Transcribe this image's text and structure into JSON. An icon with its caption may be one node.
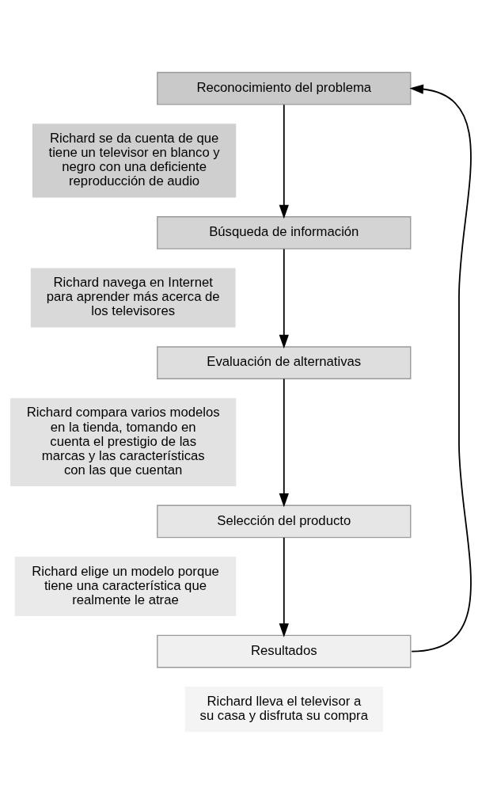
{
  "diagram": {
    "nodes": [
      {
        "text": [
          "Reconocimiento del problema"
        ]
      },
      {
        "text": [
          "Richard se da cuenta de que tiene un televisor en blanco y negro con una deficiente reproducción de audio"
        ]
      },
      {
        "text": [
          "Búsqueda de información"
        ]
      },
      {
        "text": [
          "Richard navega en Internet para aprender más acerca de los televisores"
        ]
      },
      {
        "text": [
          "Evaluación de alternativas"
        ]
      },
      {
        "text": [
          "Richard compara varios modelos en la tienda, tomando en cuenta el prestigio de las marcas y las características con las que cuentan"
        ]
      },
      {
        "text": [
          "Selección del producto"
        ]
      },
      {
        "text": [
          "Richard elige un modelo porque tiene una característica que realmente le atrae"
        ]
      },
      {
        "text": [
          "Resultados"
        ]
      },
      {
        "text": [
          "Richard lleva el televisor a su casa y disfruta su compra"
        ]
      }
    ],
    "edges": [
      {
        "from": 0,
        "to": 2,
        "arrow": "to"
      },
      {
        "from": 2,
        "to": 4,
        "arrow": "to"
      },
      {
        "from": 4,
        "to": 6,
        "arrow": "to"
      },
      {
        "from": 6,
        "to": 8,
        "arrow": "to"
      },
      {
        "from": 8,
        "to": 0,
        "arrow": "to"
      }
    ]
  }
}
